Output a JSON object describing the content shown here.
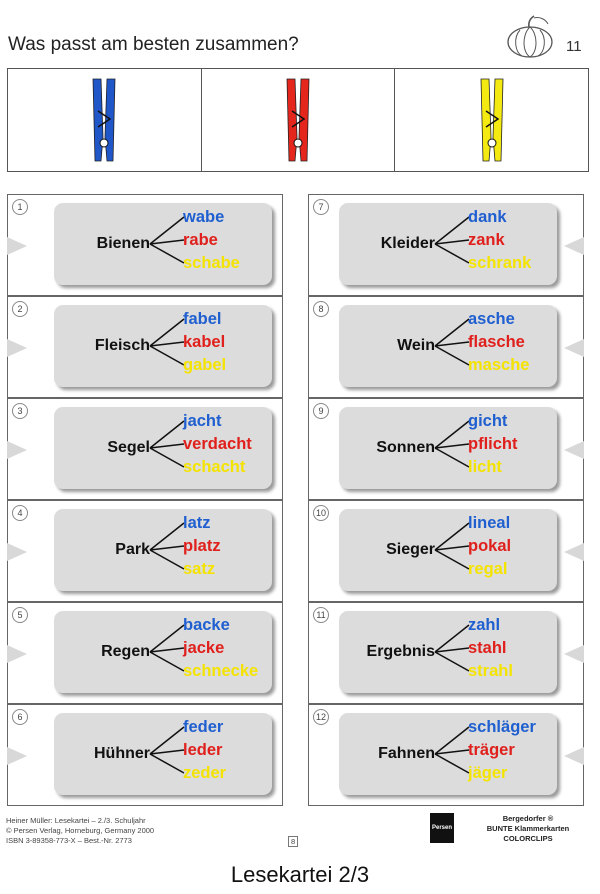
{
  "header": {
    "title": "Was passt am besten zusammen?",
    "page": "11"
  },
  "clip_colors": [
    "#1f56c8",
    "#e4261c",
    "#f4ea12"
  ],
  "cards_left": [
    {
      "num": "1",
      "stem": "Bienen",
      "blue": "wabe",
      "red": "rabe",
      "yellow": "schabe"
    },
    {
      "num": "2",
      "stem": "Fleisch",
      "blue": "fabel",
      "red": "kabel",
      "yellow": "gabel"
    },
    {
      "num": "3",
      "stem": "Segel",
      "blue": "jacht",
      "red": "verdacht",
      "yellow": "schacht"
    },
    {
      "num": "4",
      "stem": "Park",
      "blue": "latz",
      "red": "platz",
      "yellow": "satz"
    },
    {
      "num": "5",
      "stem": "Regen",
      "blue": "backe",
      "red": "jacke",
      "yellow": "schnecke"
    },
    {
      "num": "6",
      "stem": "Hühner",
      "blue": "feder",
      "red": "leder",
      "yellow": "zeder"
    }
  ],
  "cards_right": [
    {
      "num": "7",
      "stem": "Kleider",
      "blue": "dank",
      "red": "zank",
      "yellow": "schrank"
    },
    {
      "num": "8",
      "stem": "Wein",
      "blue": "asche",
      "red": "flasche",
      "yellow": "masche"
    },
    {
      "num": "9",
      "stem": "Sonnen",
      "blue": "gicht",
      "red": "pflicht",
      "yellow": "licht"
    },
    {
      "num": "10",
      "stem": "Sieger",
      "blue": "lineal",
      "red": "pokal",
      "yellow": "regal"
    },
    {
      "num": "11",
      "stem": "Ergebnis",
      "blue": "zahl",
      "red": "stahl",
      "yellow": "strahl"
    },
    {
      "num": "12",
      "stem": "Fahnen",
      "blue": "schläger",
      "red": "träger",
      "yellow": "jäger"
    }
  ],
  "footer": {
    "line1": "Heiner Müller: Lesekartei – 2./3. Schuljahr",
    "line2": "© Persen Verlag, Horneburg, Germany 2000",
    "line3": "ISBN 3-89358-773-X  –  Best.-Nr. 2773",
    "small_page": "8",
    "logo": "Persen",
    "pub1": "Bergedorfer ®",
    "pub2": "BUNTE Klammerkarten",
    "pub3": "COLORCLIPS"
  },
  "caption": "Lesekartei 2/3"
}
